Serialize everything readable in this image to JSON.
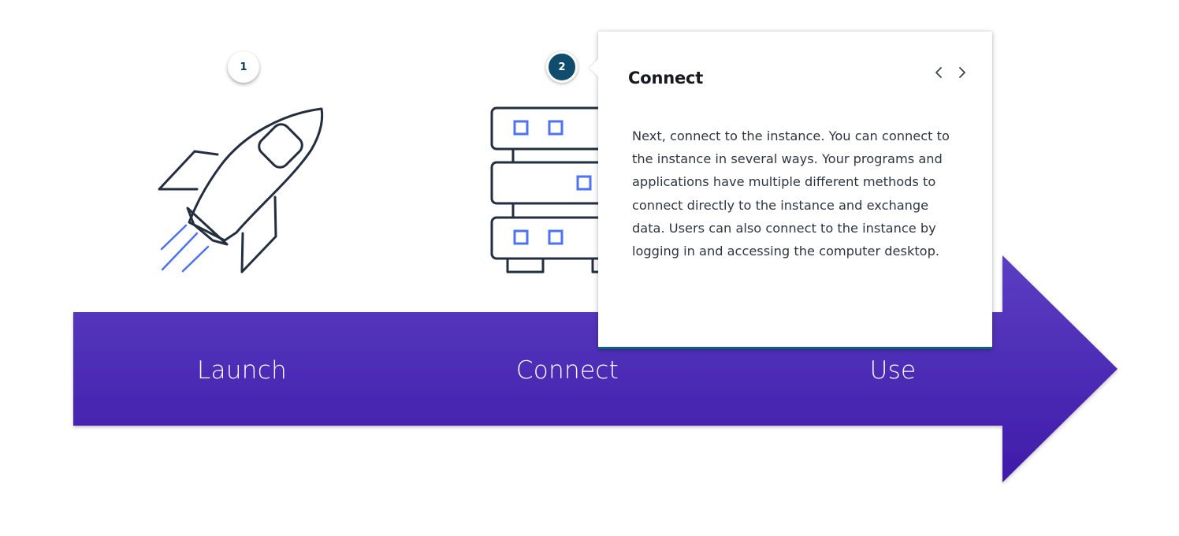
{
  "steps": [
    {
      "number": "1",
      "label": "Launch",
      "active": false
    },
    {
      "number": "2",
      "label": "Connect",
      "active": true
    },
    {
      "label": "Use"
    }
  ],
  "popover": {
    "title": "Connect",
    "body": "Next, connect to the instance. You can connect to the instance in several ways. Your programs and applications have multiple different methods to connect directly to the instance and exchange data. Users can also connect to the instance by logging in and accessing the computer desktop.",
    "prev_icon": "chevron-left-icon",
    "next_icon": "chevron-right-icon"
  },
  "colors": {
    "arrow_top": "#5a3cc0",
    "arrow_bottom": "#3e1aa8",
    "badge_active": "#0f4c6d",
    "badge_text": "#0d3a5c",
    "icon_stroke": "#232f3e",
    "icon_accent": "#4d72f2",
    "popover_accent": "#0b6377"
  },
  "icons": {
    "launch": "rocket-icon",
    "connect": "server-rack-icon"
  }
}
